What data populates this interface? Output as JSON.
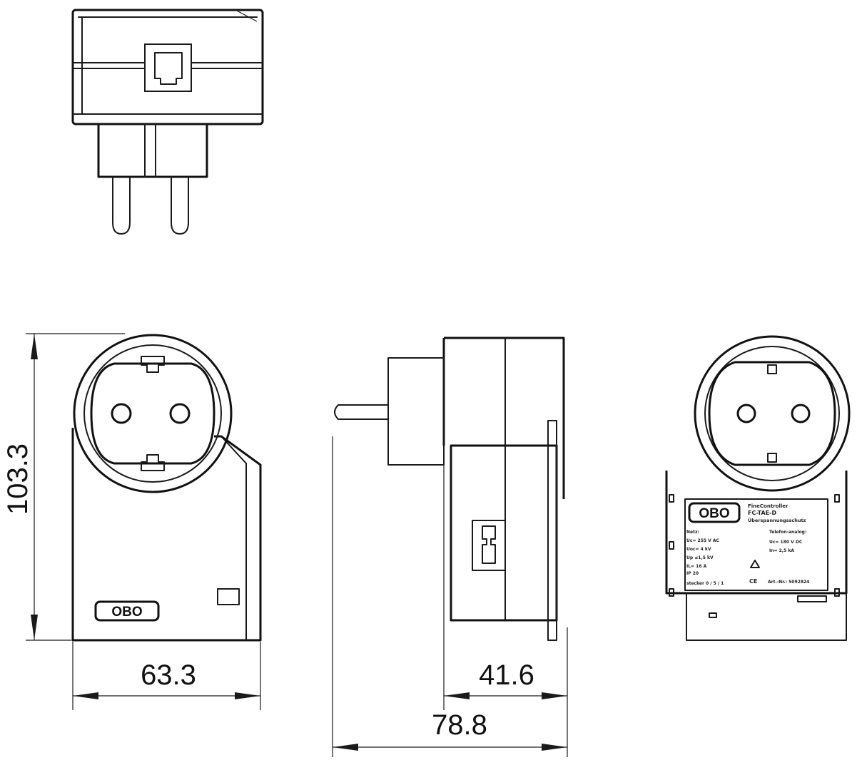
{
  "dimensions": {
    "height": "103.3",
    "width": "63.3",
    "depth_body": "41.6",
    "depth_total": "78.8"
  },
  "logo": "OBO",
  "label": {
    "product_line": "FineController",
    "model": "FC-TAE-D",
    "description": "Überspannungsschutz",
    "left_col": [
      "Netz:",
      "Uc= 255 V AC",
      "Uoc= 4 kV",
      "Up ≤1,5 kV",
      "IL= 16 A",
      "IP 20",
      "stecker 0 / 5 / 1"
    ],
    "right_col": [
      "Telefon-analog:",
      "Uc= 180 V DC",
      "In= 2,5 kA"
    ],
    "ce": "CE",
    "art_no": "Art.-Nr.: 5092824"
  }
}
